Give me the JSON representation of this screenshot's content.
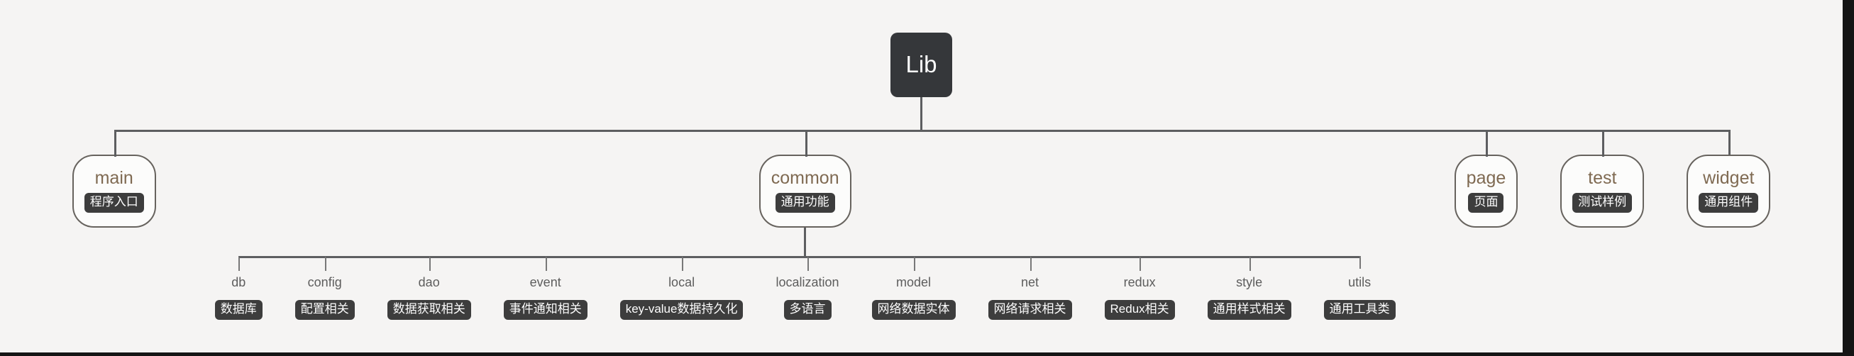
{
  "colors": {
    "canvas_background": "#f5f4f3",
    "edge_band": "#151515",
    "connector_line": "#5d5e60",
    "leaf_connector_line": "#787878",
    "root_node_background": "#35373a",
    "badge_background": "#3d3d3d",
    "branch_title_text": "#7f6a52",
    "leaf_title_text": "#5d5d5d",
    "node_border": "#67635e",
    "node_background": "#fcfcfb"
  },
  "tree": {
    "root": {
      "label": "Lib"
    },
    "children": [
      {
        "label": "main",
        "badge": "程序入口",
        "children": []
      },
      {
        "label": "common",
        "badge": "通用功能",
        "children": [
          {
            "label": "db",
            "badge": "数据库"
          },
          {
            "label": "config",
            "badge": "配置相关"
          },
          {
            "label": "dao",
            "badge": "数据获取相关"
          },
          {
            "label": "event",
            "badge": "事件通知相关"
          },
          {
            "label": "local",
            "badge": "key-value数据持久化"
          },
          {
            "label": "localization",
            "badge": "多语言"
          },
          {
            "label": "model",
            "badge": "网络数据实体"
          },
          {
            "label": "net",
            "badge": "网络请求相关"
          },
          {
            "label": "redux",
            "badge": "Redux相关"
          },
          {
            "label": "style",
            "badge": "通用样式相关"
          },
          {
            "label": "utils",
            "badge": "通用工具类"
          }
        ]
      },
      {
        "label": "page",
        "badge": "页面",
        "children": []
      },
      {
        "label": "test",
        "badge": "测试样例",
        "children": []
      },
      {
        "label": "widget",
        "badge": "通用组件",
        "children": []
      }
    ]
  }
}
